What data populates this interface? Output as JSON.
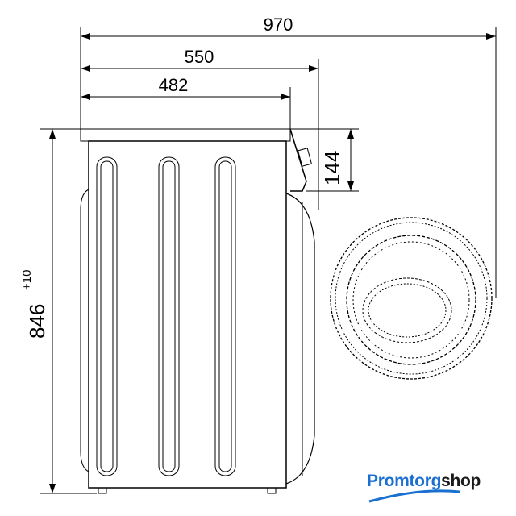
{
  "dimensions": {
    "total_depth": "970",
    "depth": "550",
    "body_depth": "482",
    "height": "846",
    "height_tolerance": "+10",
    "panel_height": "144"
  },
  "logo": {
    "part1": "Promtorg",
    "part2": "shop"
  },
  "colors": {
    "line": "#000000",
    "logo_blue": "#1a6fd1",
    "logo_dark": "#1a1a1a"
  }
}
